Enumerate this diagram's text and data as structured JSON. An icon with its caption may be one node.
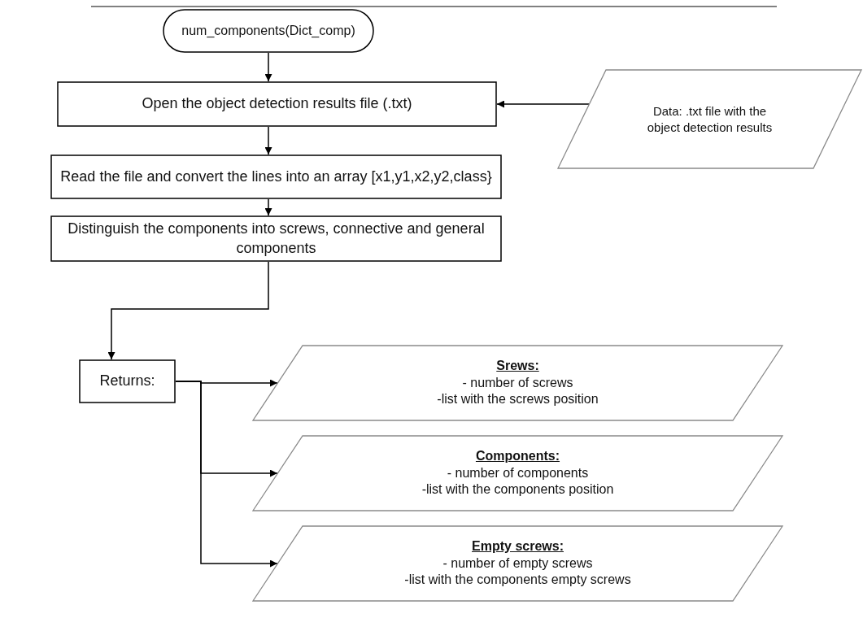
{
  "diagram": {
    "nodes": [
      {
        "text": [
          "num_components(Dict_comp)"
        ]
      },
      {
        "text": [
          "Open the object detection results file (.txt)"
        ]
      },
      {
        "text": [
          "Data: .txt file with the object detection results"
        ]
      },
      {
        "text": [
          "Read the file and convert the lines into an array [x1,y1,x2,y2,class}"
        ]
      },
      {
        "text": [
          "Distinguish the components into screws, connective and general components"
        ]
      },
      {
        "text": [
          "Returns:"
        ]
      },
      {
        "text": [
          "Srews:",
          "- number of screws",
          "-list with the screws position"
        ]
      },
      {
        "text": [
          "Components:",
          "- number of components",
          "-list with the components position"
        ]
      },
      {
        "text": [
          "Empty screws:",
          "- number of empty screws",
          "-list with the components empty screws"
        ]
      }
    ],
    "edges": [
      {
        "from": 0,
        "to": 1,
        "arrow": "to"
      },
      {
        "from": 2,
        "to": 1,
        "arrow": "to"
      },
      {
        "from": 1,
        "to": 3,
        "arrow": "to"
      },
      {
        "from": 3,
        "to": 4,
        "arrow": "to"
      },
      {
        "from": 4,
        "to": 5,
        "arrow": "to"
      },
      {
        "from": 5,
        "to": 6,
        "arrow": "to"
      },
      {
        "from": 5,
        "to": 7,
        "arrow": "to"
      },
      {
        "from": 5,
        "to": 8,
        "arrow": "to"
      }
    ]
  }
}
